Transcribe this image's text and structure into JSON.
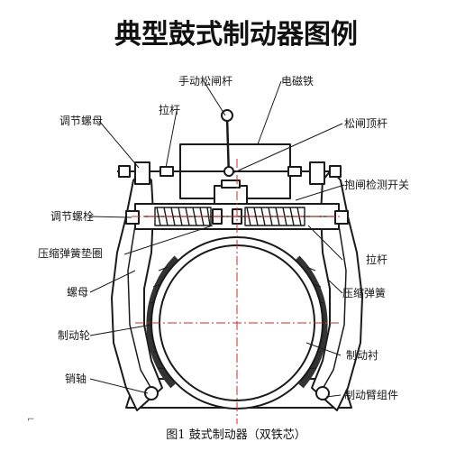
{
  "title": "典型鼓式制动器图例",
  "caption": "图1 鼓式制动器（双铁芯）",
  "labels": {
    "manual_release_lever": "手动松闸杆",
    "electromagnet": "电磁铁",
    "pull_rod": "拉杆",
    "adjusting_nut": "调节螺母",
    "release_lever": "松闸顶杆",
    "adjusting_bolt": "调节螺栓",
    "release_switch": "抱闸检测开关",
    "spring_seat": "压缩弹簧垫圈",
    "tie_rod": "拉杆",
    "nut": "螺母",
    "compression_spring": "压缩弹簧",
    "brake_wheel": "制动轮",
    "brake_lining": "制动衬",
    "pin_shaft": "销轴",
    "brake_shoe_assembly": "制动臂组件"
  },
  "colors": {
    "ink": "#1a1a1a",
    "centerline": "#d22a2a"
  }
}
